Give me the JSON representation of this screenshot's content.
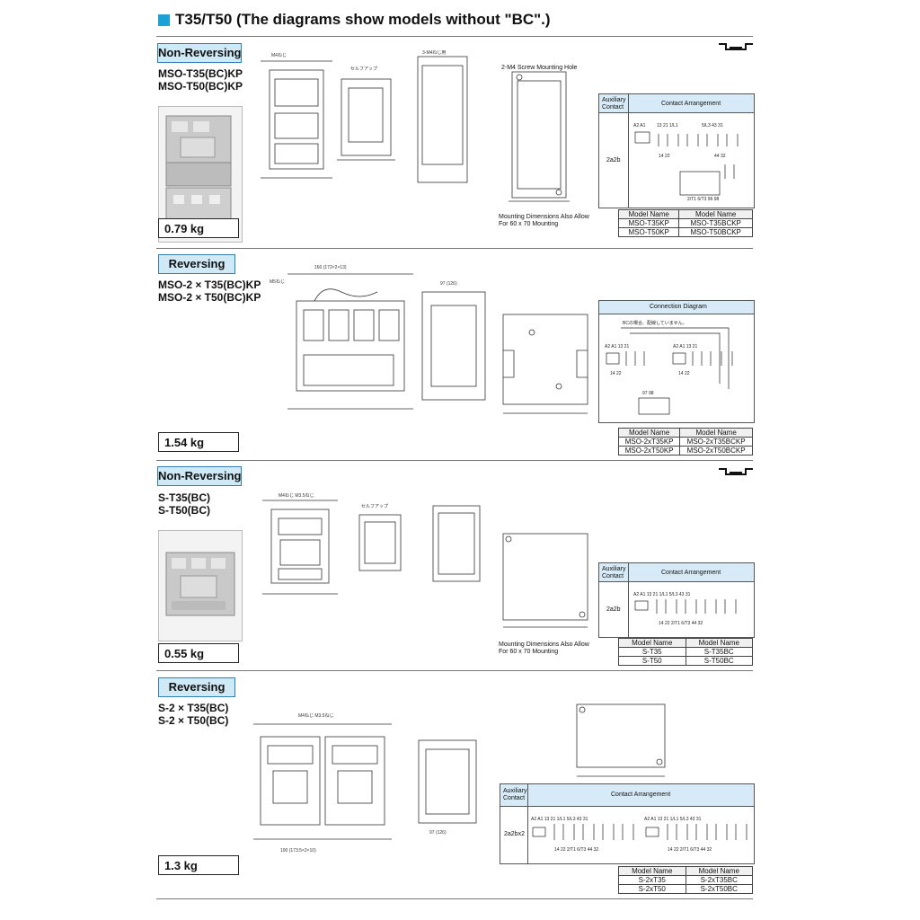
{
  "page": {
    "title": "T35/T50 (The diagrams show models without \"BC\".)"
  },
  "sections": [
    {
      "tag": "Non-Reversing",
      "models": [
        "MSO-T35(BC)KP",
        "MSO-T50(BC)KP"
      ],
      "weight": "0.79 kg",
      "mount_note": [
        "Mounting Dimensions Also Allow",
        "For 60 x 70 Mounting"
      ],
      "screw_hole_label": "2-M4 Screw Mounting Hole",
      "aux_header": [
        "Auxiliary",
        "Contact"
      ],
      "arrangement_header": "Contact Arrangement",
      "aux_value": "2a2b",
      "table": {
        "headers": [
          "Model Name",
          "Model Name"
        ],
        "rows": [
          [
            "MSO-T35KP",
            "MSO-T35BCKP"
          ],
          [
            "MSO-T50KP",
            "MSO-T50BCKP"
          ]
        ]
      }
    },
    {
      "tag": "Reversing",
      "models": [
        "MSO-2 × T35(BC)KP",
        "MSO-2 × T50(BC)KP"
      ],
      "weight": "1.54 kg",
      "diagram_header": "Connection Diagram",
      "table": {
        "headers": [
          "Model Name",
          "Model Name"
        ],
        "rows": [
          [
            "MSO-2xT35KP",
            "MSO-2xT35BCKP"
          ],
          [
            "MSO-2xT50KP",
            "MSO-2xT50BCKP"
          ]
        ]
      }
    },
    {
      "tag": "Non-Reversing",
      "models": [
        "S-T35(BC)",
        "S-T50(BC)"
      ],
      "weight": "0.55 kg",
      "mount_note": [
        "Mounting Dimensions Also Allow",
        "For 60 x 70 Mounting"
      ],
      "aux_header": [
        "Auxiliary",
        "Contact"
      ],
      "arrangement_header": "Contact Arrangement",
      "aux_value": "2a2b",
      "table": {
        "headers": [
          "Model Name",
          "Model Name"
        ],
        "rows": [
          [
            "S-T35",
            "S-T35BC"
          ],
          [
            "S-T50",
            "S-T50BC"
          ]
        ]
      }
    },
    {
      "tag": "Reversing",
      "models": [
        "S-2 × T35(BC)",
        "S-2 × T50(BC)"
      ],
      "weight": "1.3 kg",
      "aux_header": [
        "Auxiliary",
        "Contact"
      ],
      "arrangement_header": "Contact Arrangement",
      "aux_value": "2a2bx2",
      "table": {
        "headers": [
          "Model Name",
          "Model Name"
        ],
        "rows": [
          [
            "S-2xT35",
            "S-2xT35BC"
          ],
          [
            "S-2xT50",
            "S-2xT50BC"
          ]
        ]
      }
    }
  ],
  "colors": {
    "accent": "#19a1d8",
    "tag_fill": "#cfe9f7",
    "header_fill": "#d6ebf7"
  },
  "icons": [
    "din-rail-icon"
  ]
}
